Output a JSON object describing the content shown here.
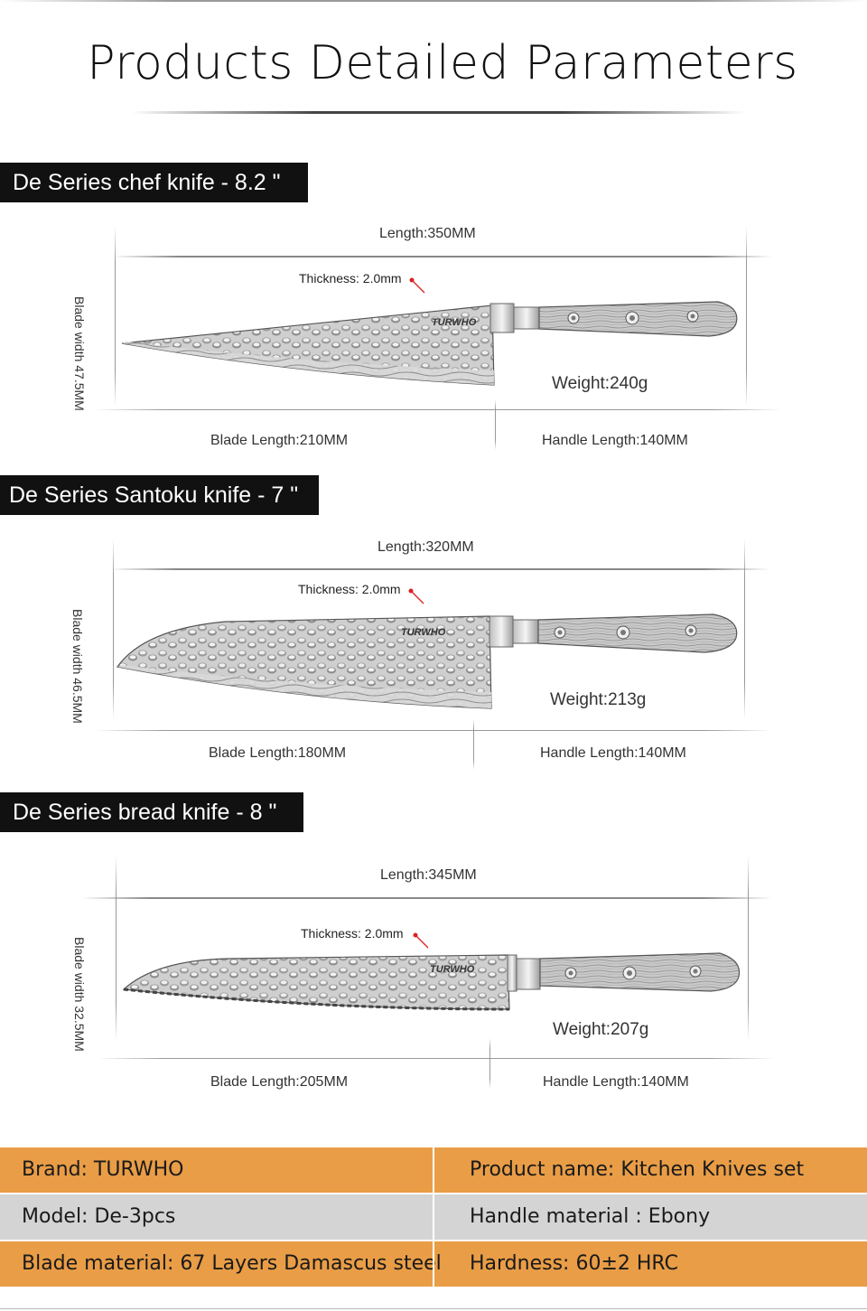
{
  "page": {
    "title": "Products Detailed Parameters",
    "accent_color": "#e99d46",
    "label_bg": "#111111"
  },
  "knives": [
    {
      "label": "De Series chef knife - 8.2 \"",
      "length": "Length:350MM",
      "thickness": "Thickness: 2.0mm",
      "blade_width": "Blade width 47.5MM",
      "weight": "Weight:240g",
      "blade_length": "Blade Length:210MM",
      "handle_length": "Handle Length:140MM",
      "brand_mark": "TURWHO",
      "blade_shape": "chef"
    },
    {
      "label": "De Series Santoku knife - 7 \"",
      "length": "Length:320MM",
      "thickness": "Thickness: 2.0mm",
      "blade_width": "Blade width 46.5MM",
      "weight": "Weight:213g",
      "blade_length": "Blade Length:180MM",
      "handle_length": "Handle Length:140MM",
      "brand_mark": "TURWHO",
      "blade_shape": "santoku"
    },
    {
      "label": "De Series bread knife - 8 \"",
      "length": "Length:345MM",
      "thickness": "Thickness: 2.0mm",
      "blade_width": "Blade width 32.5MM",
      "weight": "Weight:207g",
      "blade_length": "Blade Length:205MM",
      "handle_length": "Handle Length:140MM",
      "brand_mark": "TURWHO",
      "blade_shape": "bread"
    }
  ],
  "specs": {
    "brand": "Brand: TURWHO",
    "product_name": "Product name: Kitchen Knives set",
    "model": "Model: De-3pcs",
    "handle_material": "Handle material : Ebony",
    "blade_material": "Blade material: 67 Layers Damascus steel",
    "hardness": "Hardness:  60±2 HRC"
  }
}
